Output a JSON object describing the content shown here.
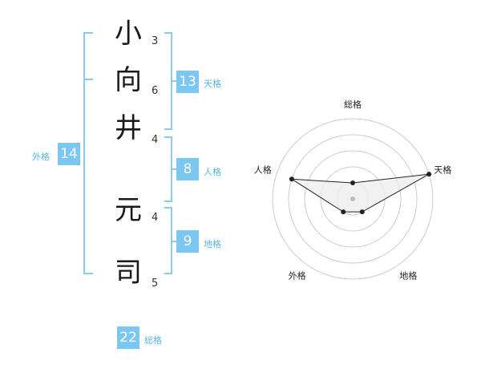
{
  "name": {
    "surname": [
      {
        "char": "小",
        "strokes": "3"
      },
      {
        "char": "向",
        "strokes": "6"
      },
      {
        "char": "井",
        "strokes": "4"
      }
    ],
    "given": [
      {
        "char": "元",
        "strokes": "4"
      },
      {
        "char": "司",
        "strokes": "5"
      }
    ]
  },
  "fortunes": {
    "tenkaku": {
      "value": "13",
      "label": "天格"
    },
    "jinkaku": {
      "value": "8",
      "label": "人格"
    },
    "chikaku": {
      "value": "9",
      "label": "地格"
    },
    "gaikaku": {
      "value": "14",
      "label": "外格"
    },
    "soukaku": {
      "value": "22",
      "label": "総格"
    }
  },
  "chart_data": {
    "type": "radar",
    "axes": [
      "総格",
      "天格",
      "地格",
      "外格",
      "人格"
    ],
    "values": [
      1,
      5,
      1,
      1,
      4
    ],
    "range": [
      0,
      5
    ],
    "rings": 5,
    "colors": {
      "fill": "#eeeeee",
      "stroke": "#222222",
      "ring": "#cccccc",
      "center": "#bbbbbb"
    }
  }
}
